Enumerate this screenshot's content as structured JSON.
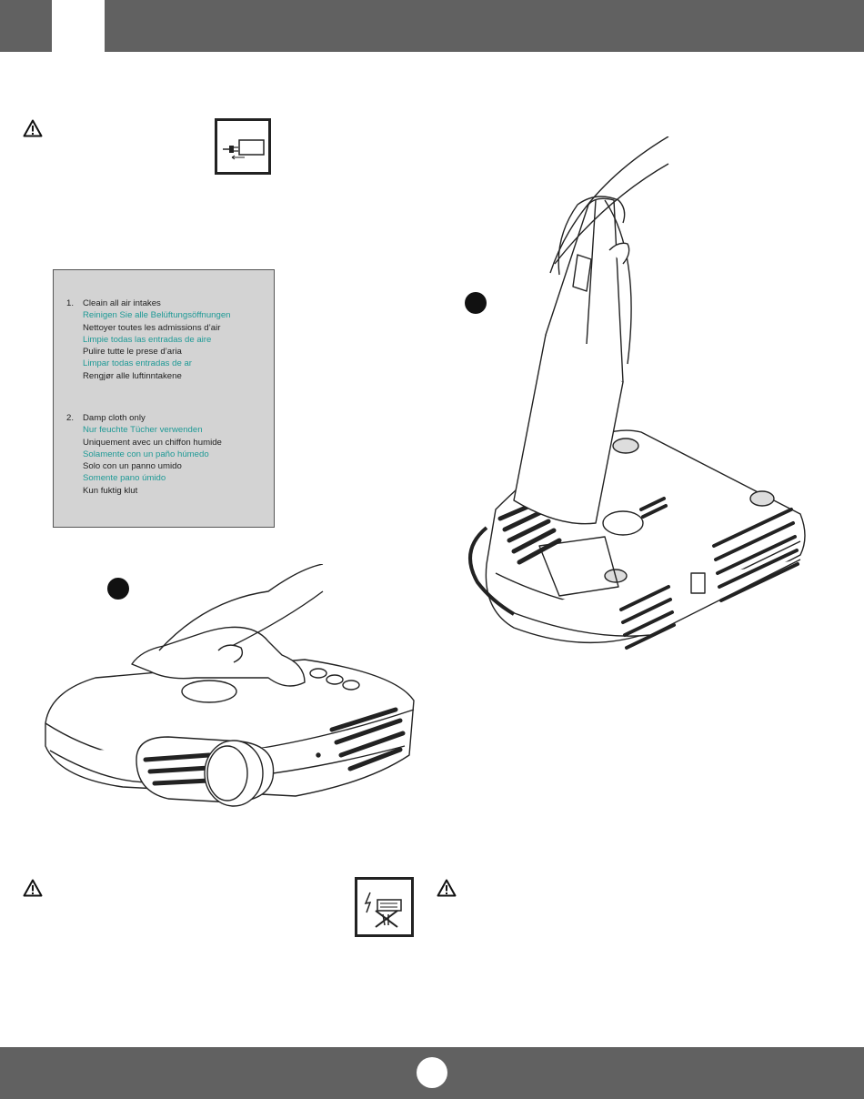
{
  "colors": {
    "bar": "#616161",
    "teal_text": "#1f9a96",
    "black_text": "#222222",
    "info_box_bg": "#d3d3d3"
  },
  "icons": {
    "top_left_warning": "warning-triangle-icon",
    "top_unplug": "unplug-power-icon",
    "bottom_left_warning": "warning-triangle-icon",
    "bottom_no_liquid": "no-liquid-spray-icon",
    "bottom_right_warning": "warning-triangle-icon"
  },
  "steps": [
    {
      "number": "1.",
      "lines": [
        {
          "text": "Cleain all air intakes",
          "color": "black"
        },
        {
          "text": "Reinigen Sie alle Belüftungsöffnungen",
          "color": "teal"
        },
        {
          "text": "Nettoyer toutes les admissions d’air",
          "color": "black"
        },
        {
          "text": "Limpie todas las entradas de aire",
          "color": "teal"
        },
        {
          "text": "Pulire tutte le prese d’aria",
          "color": "black"
        },
        {
          "text": "Limpar todas entradas de ar",
          "color": "teal"
        },
        {
          "text": "Rengjør alle luftinntakene",
          "color": "black"
        }
      ]
    },
    {
      "number": "2.",
      "lines": [
        {
          "text": "Damp cloth only",
          "color": "black"
        },
        {
          "text": "Nur feuchte Tücher verwenden",
          "color": "teal"
        },
        {
          "text": "Uniquement avec un chiffon humide",
          "color": "black"
        },
        {
          "text": "Solamente con un paño húmedo",
          "color": "teal"
        },
        {
          "text": "Solo con un panno umido",
          "color": "black"
        },
        {
          "text": "Somente pano úmido",
          "color": "teal"
        },
        {
          "text": "Kun fuktig klut",
          "color": "black"
        }
      ]
    }
  ]
}
